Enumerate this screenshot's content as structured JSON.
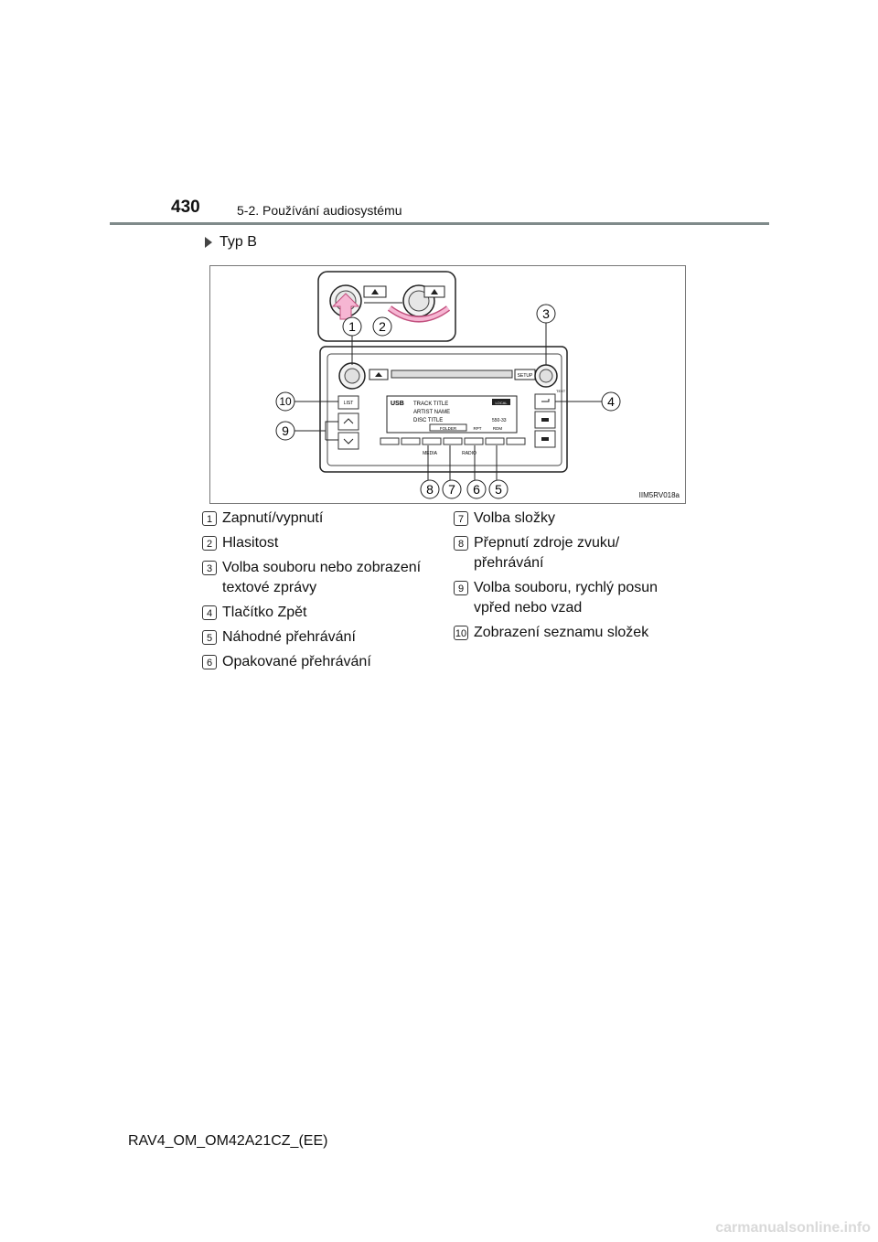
{
  "header": {
    "page_number": "430",
    "section": "5-2. Používání audiosystému"
  },
  "type_label": "Typ B",
  "figure": {
    "code": "IIM5RV018a",
    "callouts": [
      "1",
      "2",
      "3",
      "4",
      "5",
      "6",
      "7",
      "8",
      "9",
      "10"
    ],
    "panel_labels": {
      "setup": "SETUP",
      "text": "TEXT",
      "list": "LIST",
      "media": "MEDIA",
      "radio": "RADIO"
    },
    "display": {
      "source": "USB",
      "track": "TRACK TITLE",
      "artist": "ARTIST NAME",
      "disc": "DISC TITLE",
      "status1": "LOCAL",
      "time": "550-33",
      "folder": "FOLDER",
      "rpt": "RPT",
      "rdm": "RDM"
    }
  },
  "legend_left": [
    {
      "num": "1",
      "text": "Zapnutí/vypnutí"
    },
    {
      "num": "2",
      "text": "Hlasitost"
    },
    {
      "num": "3",
      "text": "Volba souboru nebo zobrazení textové zprávy"
    },
    {
      "num": "4",
      "text": "Tlačítko Zpět"
    },
    {
      "num": "5",
      "text": "Náhodné přehrávání"
    },
    {
      "num": "6",
      "text": "Opakované přehrávání"
    }
  ],
  "legend_right": [
    {
      "num": "7",
      "text": "Volba složky"
    },
    {
      "num": "8",
      "text": "Přepnutí zdroje zvuku/ přehrávání"
    },
    {
      "num": "9",
      "text": "Volba souboru, rychlý posun vpřed nebo vzad"
    },
    {
      "num": "10",
      "text": "Zobrazení seznamu složek"
    }
  ],
  "footer": "RAV4_OM_OM42A21CZ_(EE)",
  "watermark": "carmanualsonline.info"
}
